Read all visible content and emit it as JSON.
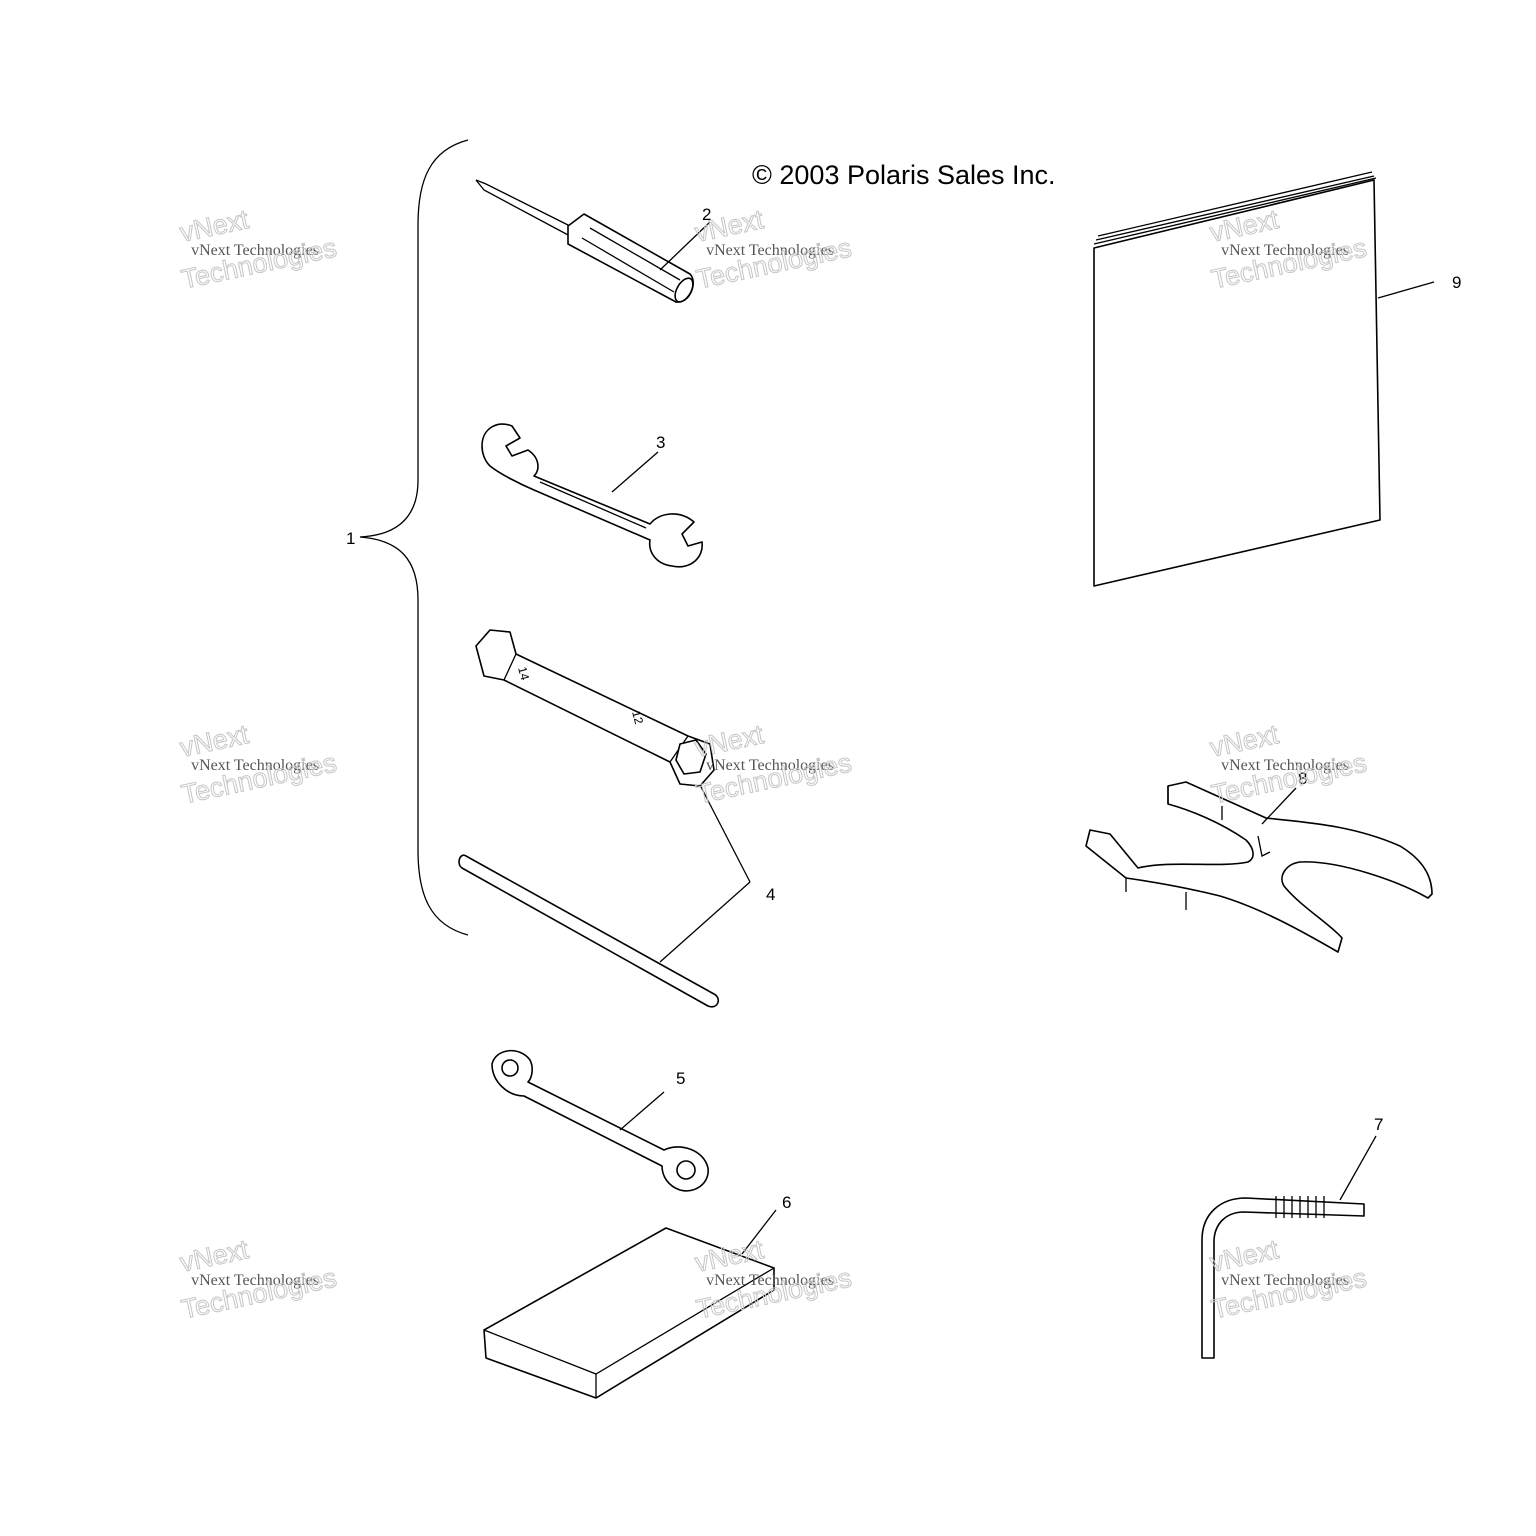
{
  "copyright": "© 2003 Polaris Sales Inc.",
  "callouts": [
    "1",
    "2",
    "3",
    "4",
    "5",
    "6",
    "7",
    "8",
    "9"
  ],
  "watermark": {
    "line1": "vNext Technologies",
    "line2a": "vNext",
    "line2b": "Technologies"
  },
  "colors": {
    "line": "#000000",
    "background": "#ffffff",
    "watermark": "#c6c6c6"
  }
}
